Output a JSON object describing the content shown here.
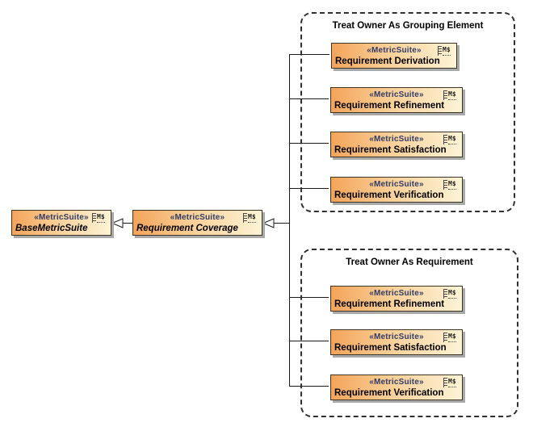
{
  "icon": {
    "text": "M$"
  },
  "colors": {
    "box_fill_left": "#f4a45a",
    "box_fill_right": "#fdf4d6",
    "box_border": "#3c3526",
    "line": "#1a1a1a",
    "stereotype_text": "#303c68",
    "group_border": "#2f2f2f",
    "shadow": "#a9a9a9"
  },
  "nodes": {
    "base": {
      "stereotype": "«MetricSuite»",
      "name": "BaseMetricSuite"
    },
    "coverage": {
      "stereotype": "«MetricSuite»",
      "name": "Requirement Coverage"
    },
    "g1_derivation": {
      "stereotype": "«MetricSuite»",
      "name": "Requirement Derivation"
    },
    "g1_refinement": {
      "stereotype": "«MetricSuite»",
      "name": "Requirement Refinement"
    },
    "g1_satisfaction": {
      "stereotype": "«MetricSuite»",
      "name": "Requirement Satisfaction"
    },
    "g1_verification": {
      "stereotype": "«MetricSuite»",
      "name": "Requirement Verification"
    },
    "g2_refinement": {
      "stereotype": "«MetricSuite»",
      "name": "Requirement Refinement"
    },
    "g2_satisfaction": {
      "stereotype": "«MetricSuite»",
      "name": "Requirement Satisfaction"
    },
    "g2_verification": {
      "stereotype": "«MetricSuite»",
      "name": "Requirement Verification"
    }
  },
  "groups": {
    "g1": {
      "title": "Treat Owner As Grouping Element"
    },
    "g2": {
      "title": "Treat Owner As Requirement"
    }
  }
}
